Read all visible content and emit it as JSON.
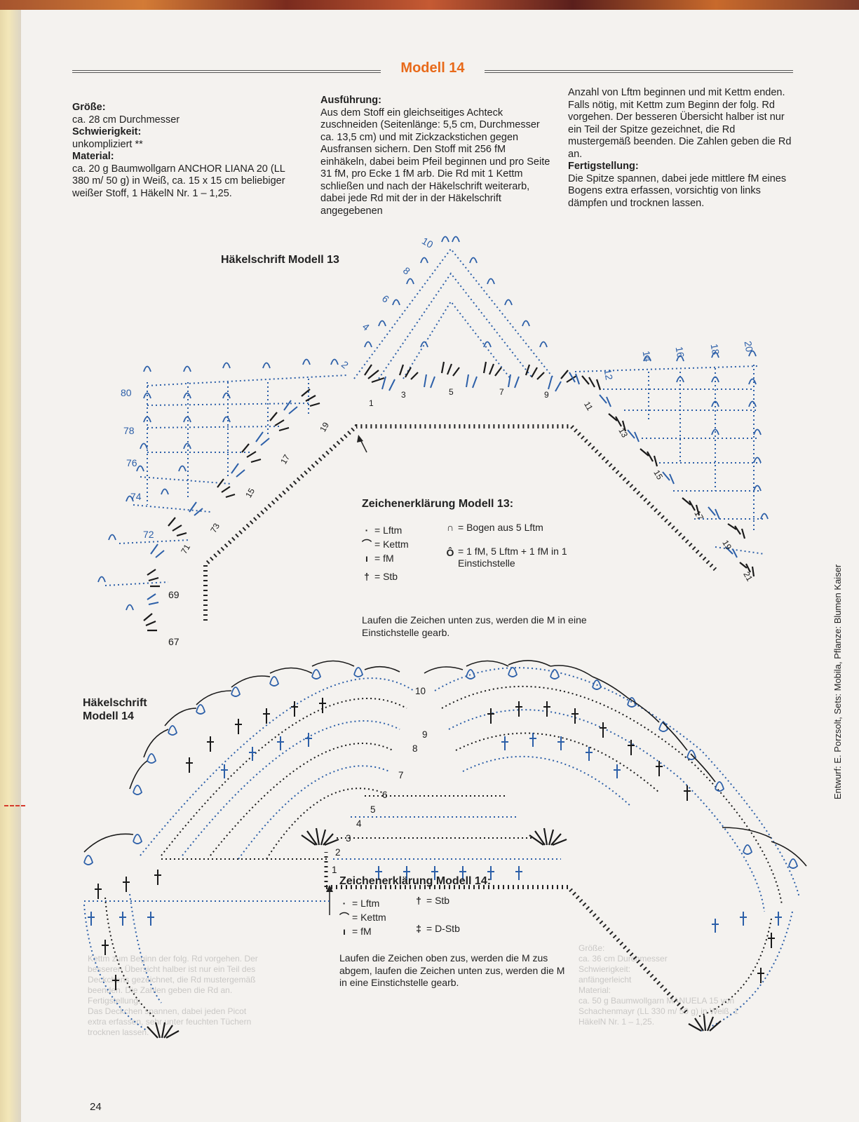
{
  "header": {
    "title": "Modell 14"
  },
  "col1": {
    "size_heading": "Größe:",
    "size_text": "ca. 28 cm Durchmesser",
    "difficulty_heading": "Schwierigkeit:",
    "difficulty_text": "unkompliziert **",
    "material_heading": "Material:",
    "material_text": "ca. 20 g Baumwollgarn ANCHOR LIANA 20 (LL 380 m/ 50 g) in Weiß, ca. 15 x 15 cm beliebiger weißer Stoff, 1 HäkelN Nr. 1 – 1,25."
  },
  "col2": {
    "execution_heading": "Ausführung:",
    "execution_text": "Aus dem Stoff ein gleichseitiges Achteck zuschneiden (Seitenlänge: 5,5 cm, Durchmesser ca. 13,5 cm) und mit Zickzackstichen gegen Ausfransen sichern. Den Stoff mit 256 fM einhäkeln, dabei beim Pfeil beginnen und pro Seite 31 fM, pro Ecke 1 fM arb. Die Rd mit 1 Kettm schließen und nach der Häkelschrift weiterarb, dabei jede Rd mit der in der Häkelschrift angegebenen"
  },
  "col3": {
    "continuation_text": "Anzahl von Lftm beginnen und mit Kettm enden. Falls nötig, mit Kettm zum Beginn der folg. Rd vorgehen. Der besseren Übersicht halber ist nur ein Teil der Spitze gezeichnet, die Rd mustergemäß beenden. Die Zahlen geben die Rd an.",
    "finishing_heading": "Fertigstellung:",
    "finishing_text": "Die Spitze spannen, dabei jede mittlere fM eines Bogens extra erfassen, vorsichtig von links dämpfen und trocknen lassen."
  },
  "diagram13": {
    "heading": "Häkelschrift Modell 13",
    "round_labels_top": [
      "10",
      "8",
      "6",
      "4",
      "2"
    ],
    "round_labels_right": [
      "14",
      "16",
      "18",
      "20"
    ],
    "round_labels_left": [
      "80",
      "78",
      "76",
      "74",
      "72",
      "69",
      "67"
    ],
    "round_labels_inner": [
      "1",
      "3",
      "5",
      "7",
      "9",
      "11",
      "12",
      "13",
      "15",
      "17",
      "19",
      "21",
      "19",
      "17",
      "15",
      "73",
      "71"
    ]
  },
  "legend13": {
    "title": "Zeichenerklärung Modell 13:",
    "lftm": "= Lftm",
    "kettm": "= Kettm",
    "fm": "= fM",
    "stb": "= Stb",
    "bogen": "= Bogen aus 5 Lftm",
    "combo": "= 1 fM, 5 Lftm + 1 fM in 1 Einstichstelle",
    "note": "Laufen die Zeichen unten zus, werden die M in eine Einstichstelle gearb."
  },
  "diagram14": {
    "heading": "Häkelschrift Modell 14",
    "round_labels": [
      "10",
      "9",
      "8",
      "7",
      "6",
      "5",
      "4",
      "3",
      "2",
      "1"
    ]
  },
  "legend14": {
    "title": "Zeichenerklärung Modell 14:",
    "lftm": "= Lftm",
    "kettm": "= Kettm",
    "fm": "= fM",
    "stb": "= Stb",
    "dstb": "= D-Stb",
    "note": "Laufen die Zeichen oben zus, werden die M zus abgem, laufen die Zeichen unten zus, werden die M in eine Einstichstelle gearb."
  },
  "credit": "Entwurf: E. Porzsolt, Sets: Mobila, Pflanze: Blumen Kaiser",
  "page_number": "24",
  "colors": {
    "title_orange": "#e86a1a",
    "blue_symbols": "#2c5fa8",
    "black_symbols": "#1a1a1a"
  }
}
